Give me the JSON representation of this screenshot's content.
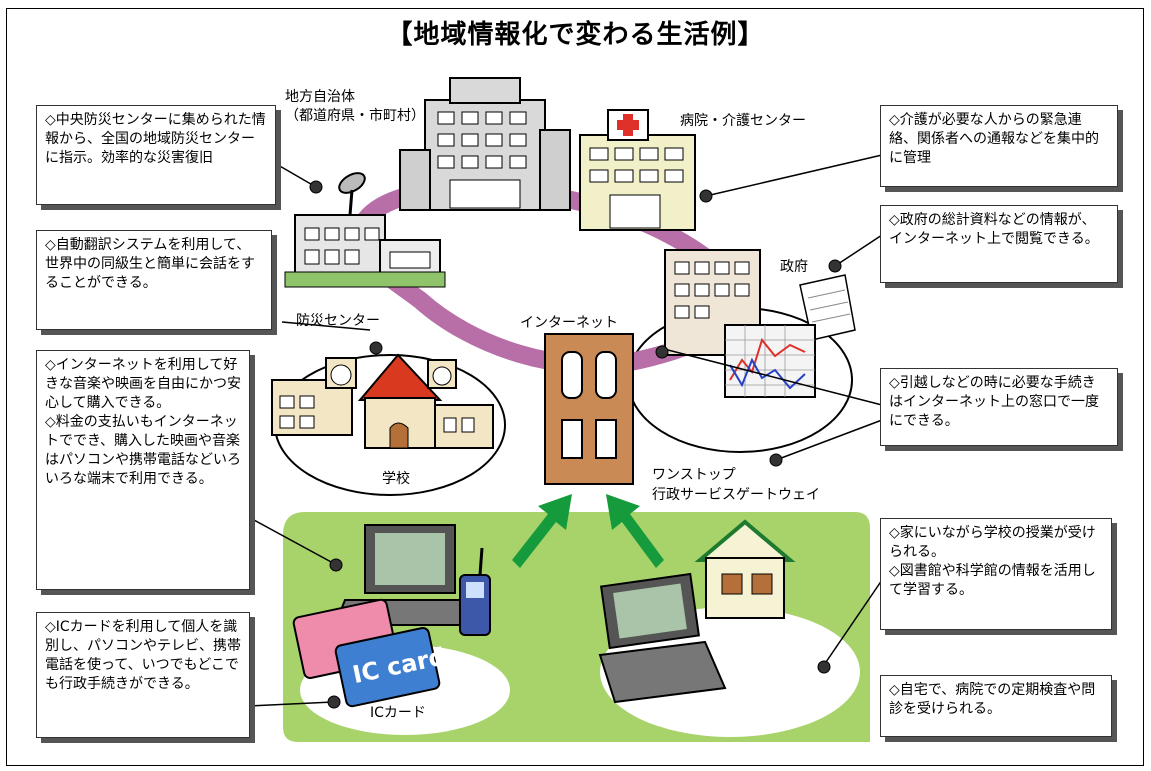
{
  "title": "【地域情報化で変わる生活例】",
  "labels": {
    "local_gov_1": "地方自治体",
    "local_gov_2": "（都道府県・市町村）",
    "hospital": "病院・介護センター",
    "government": "政府",
    "disaster_center": "防災センター",
    "internet": "インターネット",
    "school": "学校",
    "one_stop_1": "ワンストップ",
    "one_stop_2": "行政サービスゲートウェイ",
    "ic_card": "ICカード",
    "card_text": "IC card"
  },
  "notes": {
    "disaster": "◇中央防災センターに集められた情報から、全国の地域防災センターに指示。効率的な災害復旧",
    "translation": "◇自動翻訳システムを利用して、世界中の同級生と簡単に会話をすることができる。",
    "music_1": "◇インターネットを利用して好きな音楽や映画を自由にかつ安心して購入できる。",
    "music_2": "◇料金の支払いもインターネットででき、購入した映画や音楽はパソコンや携帯電話などいろいろな端末で利用できる。",
    "ic_card": "◇ICカードを利用して個人を識別し、パソコンやテレビ、携帯電話を使って、いつでもどこでも行政手続きができる。",
    "care": "◇介護が必要な人からの緊急連絡、関係者への通報などを集中的に管理",
    "stats": "◇政府の総計資料などの情報が、インターネット上で閲覧できる。",
    "moving": "◇引越しなどの時に必要な手続きはインターネット上の窓口で一度にできる。",
    "home_1": "◇家にいながら学校の授業が受けられる。",
    "home_2": "◇図書館や科学館の情報を活用して学習する。",
    "checkup": "◇自宅で、病院での定期検査や問診を受けられる。"
  },
  "colors": {
    "ring": "#b86fa8",
    "green_area": "#a7d36a",
    "arrow": "#159a3c",
    "door": "#c98a55",
    "hospital_cross": "#e0302a"
  }
}
